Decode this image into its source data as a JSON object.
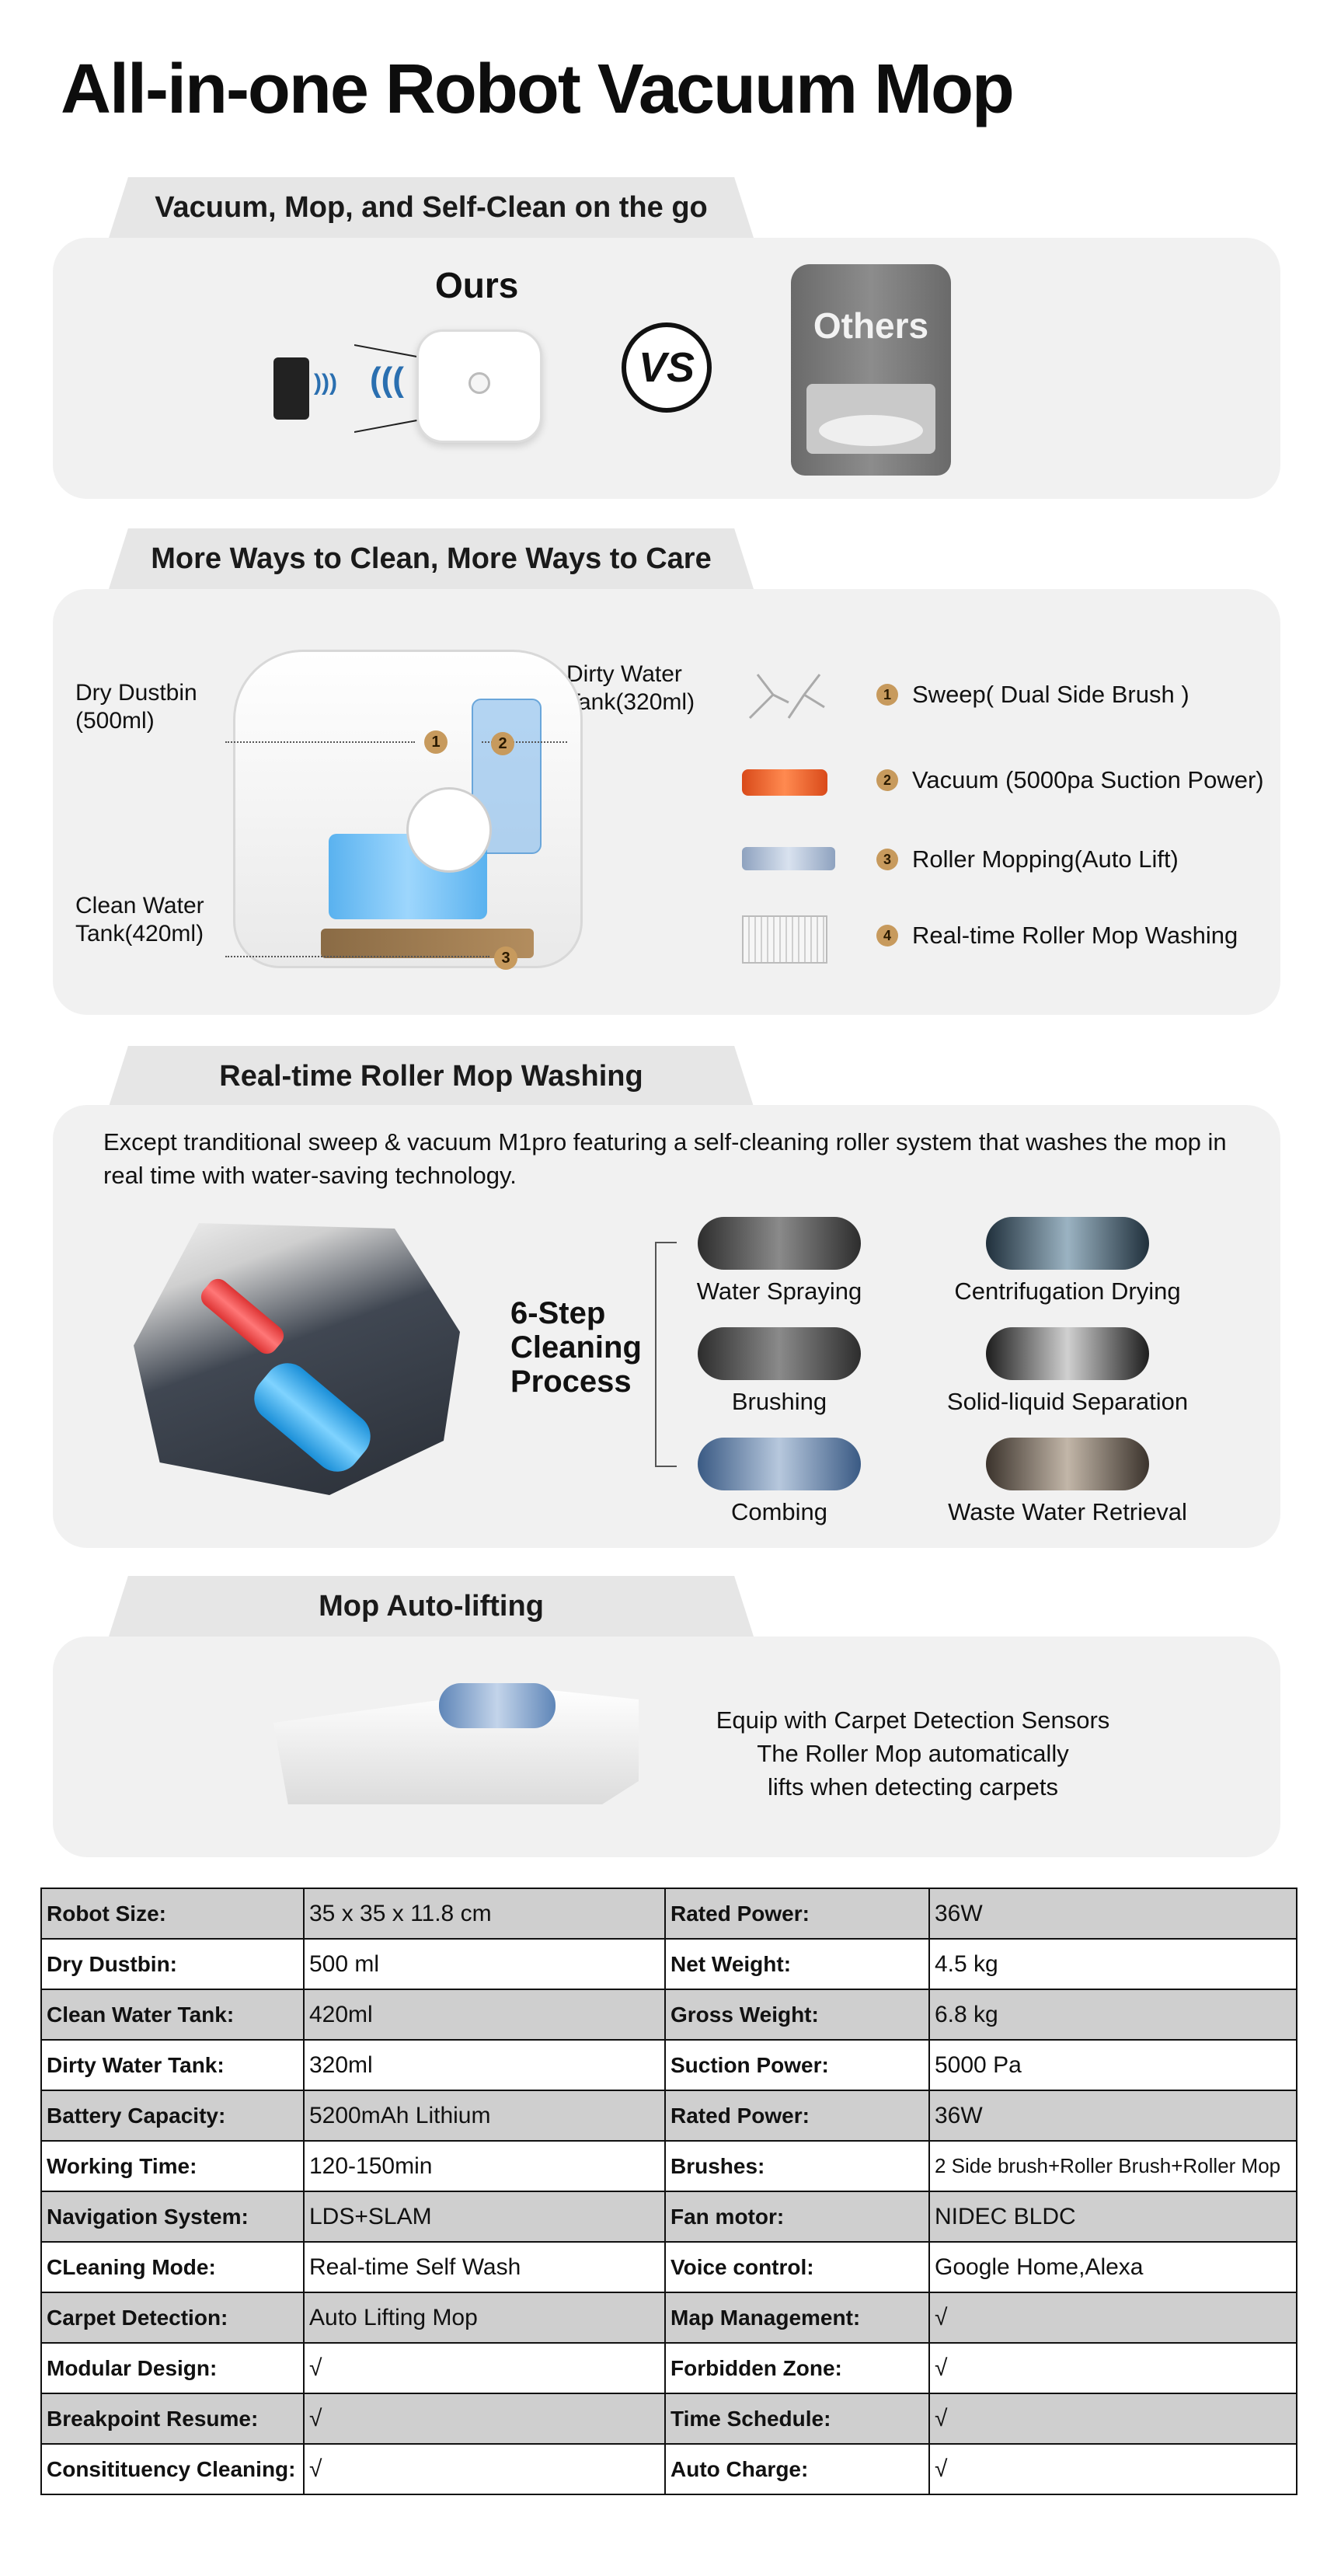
{
  "title": "All-in-one Robot Vacuum Mop",
  "section1": {
    "tab": "Vacuum, Mop, and Self-Clean on the go",
    "ours": "Ours",
    "vs": "VS",
    "others": "Others"
  },
  "section2": {
    "tab": "More Ways to Clean, More Ways to Care",
    "callouts": {
      "dry_dustbin": "Dry Dustbin\n(500ml)",
      "dirty_water": "Dirty Water\nTank(320ml)",
      "clean_water": "Clean Water\nTank(420ml)"
    },
    "badges": [
      "1",
      "2",
      "3"
    ],
    "features": [
      {
        "num": "1",
        "label": "Sweep( Dual Side Brush )"
      },
      {
        "num": "2",
        "label": "Vacuum (5000pa Suction Power)"
      },
      {
        "num": "3",
        "label": "Roller Mopping(Auto Lift)"
      },
      {
        "num": "4",
        "label": "Real-time Roller Mop Washing"
      }
    ]
  },
  "section3": {
    "tab": "Real-time Roller Mop Washing",
    "intro": "Except tranditional sweep & vacuum  M1pro featuring a self-cleaning roller system that washes the mop in real time with water-saving technology.",
    "process_title": "6-Step\nCleaning\nProcess",
    "steps": [
      "Water Spraying",
      "Centrifugation Drying",
      "Brushing",
      "Solid-liquid Separation",
      "Combing",
      "Waste Water Retrieval"
    ]
  },
  "section4": {
    "tab": "Mop Auto-lifting",
    "text": "Equip with Carpet Detection Sensors\nThe Roller Mop automatically\nlifts when detecting carpets"
  },
  "specs": [
    [
      "Robot Size:",
      "35 x 35 x 11.8 cm",
      "Rated Power:",
      "36W"
    ],
    [
      "Dry Dustbin:",
      "500 ml",
      "Net Weight:",
      "4.5 kg"
    ],
    [
      "Clean Water Tank:",
      "420ml",
      "Gross Weight:",
      "6.8 kg"
    ],
    [
      "Dirty Water Tank:",
      "320ml",
      "Suction Power:",
      "5000 Pa"
    ],
    [
      "Battery Capacity:",
      "5200mAh Lithium",
      "Rated Power:",
      "36W"
    ],
    [
      "Working Time:",
      "120-150min",
      "Brushes:",
      "2 Side brush+Roller Brush+Roller Mop"
    ],
    [
      "Navigation System:",
      "LDS+SLAM",
      "Fan motor:",
      "NIDEC BLDC"
    ],
    [
      "CLeaning Mode:",
      "Real-time Self Wash",
      "Voice control:",
      "Google Home,Alexa"
    ],
    [
      "Carpet Detection:",
      "Auto Lifting Mop",
      "Map Management:",
      "√"
    ],
    [
      "Modular Design:",
      "√",
      "Forbidden Zone:",
      "√"
    ],
    [
      "Breakpoint Resume:",
      "√",
      "Time Schedule:",
      "√"
    ],
    [
      "Consitituency Cleaning:",
      "√",
      "Auto Charge:",
      "√"
    ]
  ]
}
